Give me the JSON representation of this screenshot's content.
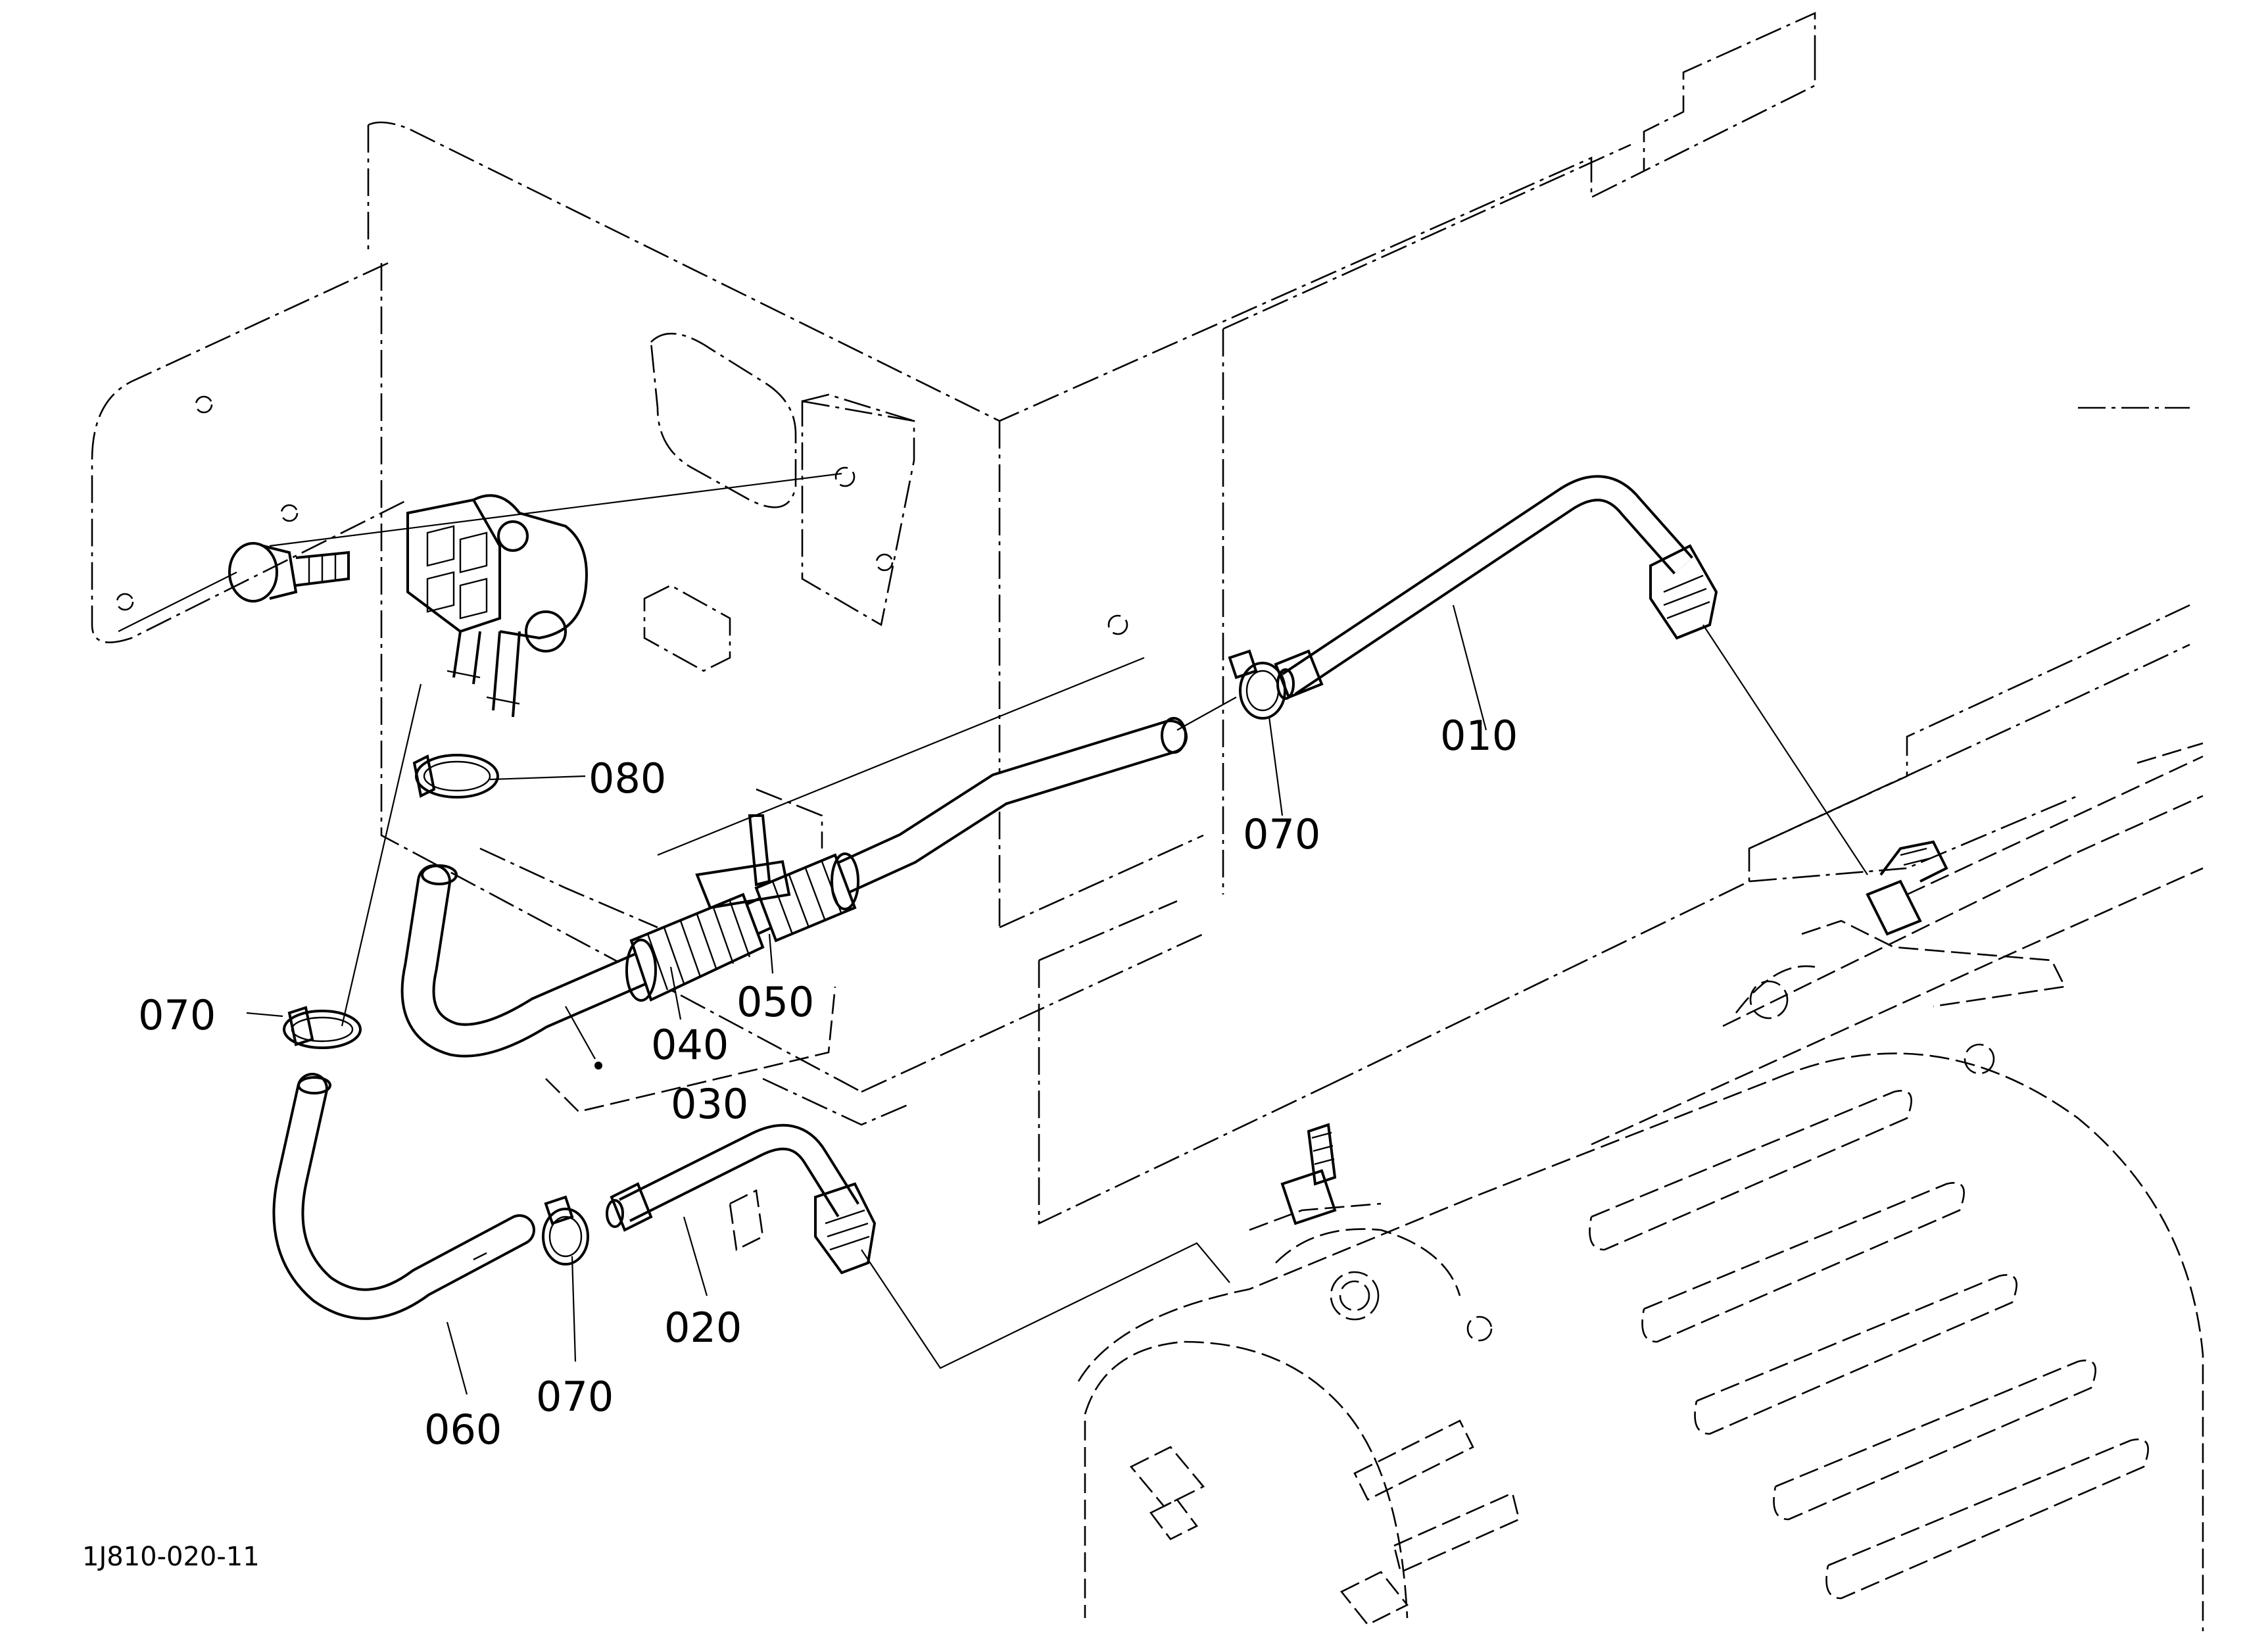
{
  "diagram": {
    "drawing_code": "1J810-020-11",
    "callouts": [
      {
        "id": "callout-010",
        "label": "010"
      },
      {
        "id": "callout-020",
        "label": "020"
      },
      {
        "id": "callout-030",
        "label": "030"
      },
      {
        "id": "callout-040",
        "label": "040"
      },
      {
        "id": "callout-050",
        "label": "050"
      },
      {
        "id": "callout-060",
        "label": "060"
      },
      {
        "id": "callout-070-top",
        "label": "070"
      },
      {
        "id": "callout-070-left",
        "label": "070"
      },
      {
        "id": "callout-070-bottom",
        "label": "070"
      },
      {
        "id": "callout-080",
        "label": "080"
      }
    ]
  }
}
